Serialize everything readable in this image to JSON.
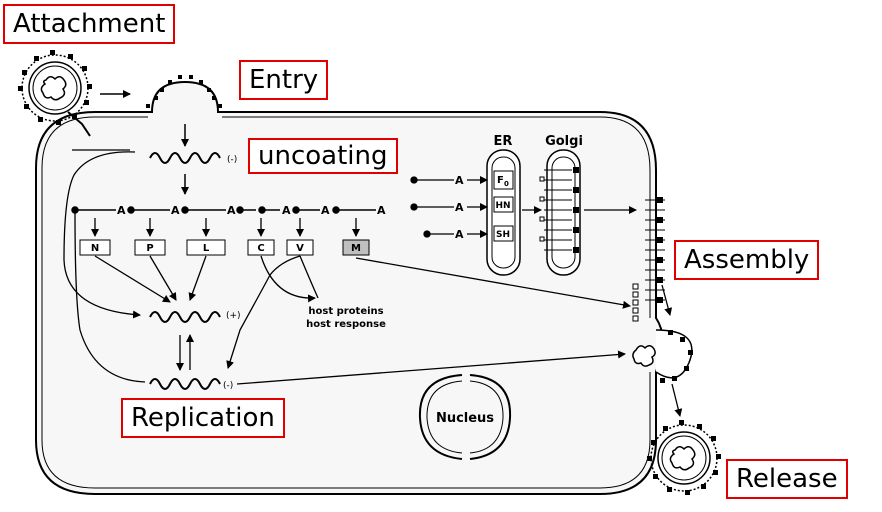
{
  "stage_labels": {
    "attachment": "Attachment",
    "entry": "Entry",
    "uncoating": "uncoating",
    "assembly": "Assembly",
    "replication": "Replication",
    "release": "Release"
  },
  "organelles": {
    "er": "ER",
    "golgi": "Golgi",
    "nucleus": "Nucleus"
  },
  "er_proteins": {
    "f0_main": "F",
    "f0_sub": "0",
    "hn": "HN",
    "sh": "SH"
  },
  "gene_products": [
    "N",
    "P",
    "L",
    "C",
    "V",
    "M"
  ],
  "polyA": "A",
  "strand_negative": "(-)",
  "strand_positive": "(+)",
  "host_text": {
    "line1": "host proteins",
    "line2": "host response"
  },
  "colors": {
    "highlight_border": "#e00000",
    "ink": "#000000",
    "m_box_fill": "#bfbfbf",
    "cell_fill": "#f7f7f7"
  }
}
